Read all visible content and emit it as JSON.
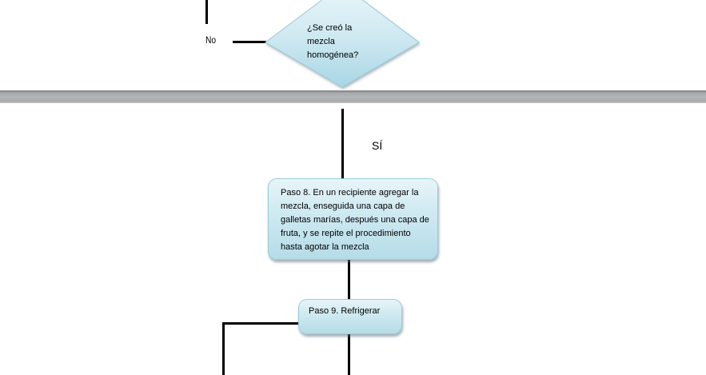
{
  "diagram": {
    "type": "flowchart",
    "language": "es",
    "decision": {
      "text": "¿Se creó la mezcla homogénea?",
      "lines": [
        "¿Se creó la",
        "mezcla",
        "homogénea?"
      ]
    },
    "branch_labels": {
      "no": "No",
      "yes": "SÍ"
    },
    "steps": [
      {
        "id": "paso-8",
        "text": "Paso 8. En un recipiente agregar la mezcla, enseguida una capa de galletas marías, después una capa de fruta, y se repite el procedimiento hasta agotar la mezcla"
      },
      {
        "id": "paso-9",
        "text": "Paso 9. Refrigerar"
      }
    ],
    "colors": {
      "shape_fill_top": "#e8f5f9",
      "shape_fill_bottom": "#b5dce8",
      "shape_border": "#9bcbdb",
      "connector": "#000000",
      "page_gap": "#a9abae"
    }
  }
}
